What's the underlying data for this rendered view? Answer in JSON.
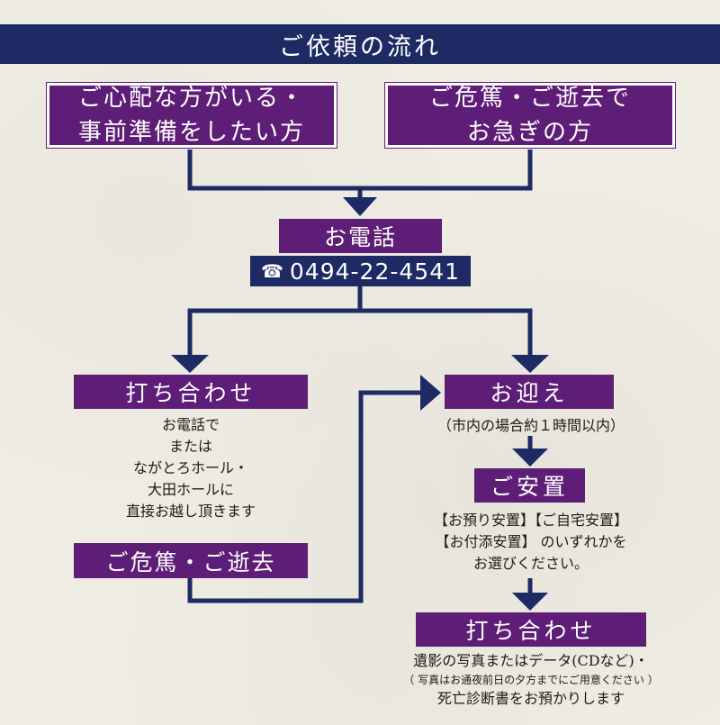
{
  "header": {
    "title": "ご依頼の流れ"
  },
  "start_boxes": [
    {
      "lines": [
        "ご心配な方がいる・",
        "事前準備をしたい方"
      ]
    },
    {
      "lines": [
        "ご危篤・ご逝去で",
        "お急ぎの方"
      ]
    }
  ],
  "phone_step": {
    "label": "お電話",
    "icon": "☎",
    "number": "0494-22-4541"
  },
  "consult_step": {
    "label": "打ち合わせ",
    "note": [
      "お電話で",
      "または",
      "ながとろホール・",
      "大田ホールに",
      "直接お越し頂きます"
    ]
  },
  "death_step": {
    "label": "ご危篤・ご逝去"
  },
  "pickup_step": {
    "label": "お迎え",
    "note": "（市内の場合約１時間以内）"
  },
  "placement_step": {
    "label": "ご安置",
    "note": [
      "【お預り安置】【ご自宅安置】",
      "【お付添安置】 のいずれかを",
      "お選びください。"
    ]
  },
  "final_step": {
    "label": "打ち合わせ",
    "note_line1": "遺影の写真またはデータ(CDなど)・",
    "note_small": "（ 写真はお通夜前日の夕方までにご用意ください ）",
    "note_line3": "死亡診断書をお預かりします"
  },
  "colors": {
    "navy": "#1e2a63",
    "purple": "#5e1d77",
    "paper": "#efece3"
  }
}
